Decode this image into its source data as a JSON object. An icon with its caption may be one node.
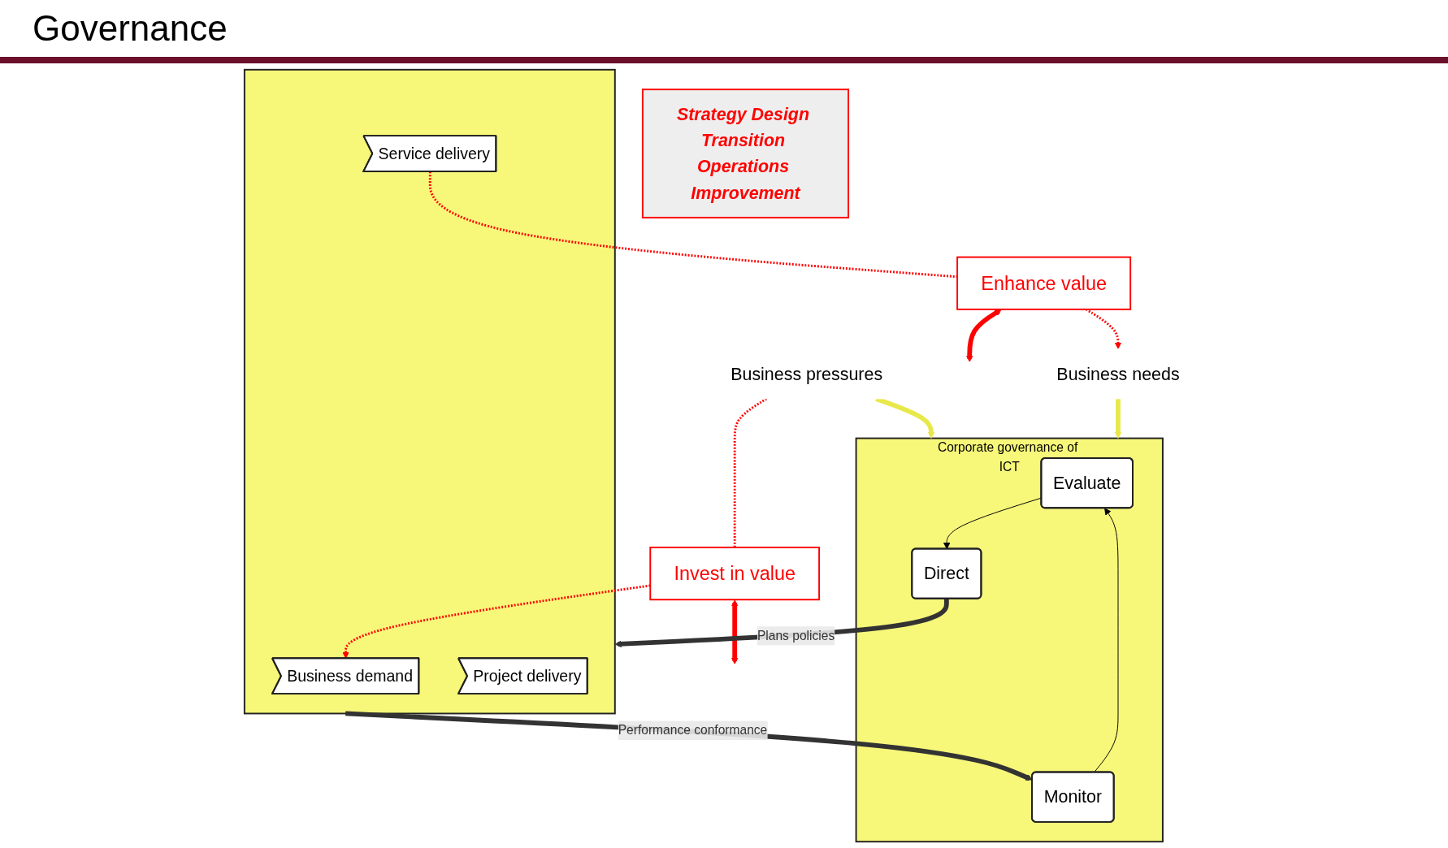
{
  "diagram": {
    "title": "Governance",
    "nodes": [
      {
        "text": [
          "Corporate governance of ICT"
        ]
      },
      {
        "text": [
          "Evaluate"
        ],
        "in": 0
      },
      {
        "text": [
          "Direct"
        ],
        "in": 0
      },
      {
        "text": [
          "Monitor"
        ],
        "in": 0
      },
      {
        "text": [
          "Business pressures"
        ]
      },
      {
        "text": [
          "Business needs"
        ]
      },
      {
        "text": [
          "Invest in value"
        ]
      },
      {
        "text": [
          "Enhance value"
        ]
      },
      {
        "text": [],
        "shape": "box"
      },
      {
        "text": [
          "Business demand"
        ],
        "in": 8
      },
      {
        "text": [
          "Project delivery"
        ],
        "in": 8
      },
      {
        "text": [
          "Service delivery"
        ],
        "in": 8
      },
      {
        "text": [
          "Strategy Design Transition Operations Improvement"
        ]
      }
    ],
    "edges": [
      {
        "from": 1,
        "to": 2,
        "arrow": "to",
        "color": "#000000"
      },
      {
        "from": 3,
        "to": 1,
        "arrow": "to",
        "color": "#000000"
      },
      {
        "from": 4,
        "to": 0,
        "arrow": "to",
        "style": "thick",
        "color": "#e8e84a"
      },
      {
        "from": 5,
        "to": 0,
        "arrow": "to",
        "style": "thick",
        "color": "#e8e84a"
      },
      {
        "from": 2,
        "to": 8,
        "arrow": "to",
        "label": "Plans policies",
        "style": "thick",
        "color": "#333333"
      },
      {
        "from": 8,
        "to": 3,
        "arrow": "to",
        "label": "Performance conformance",
        "style": "thick",
        "color": "#333333"
      },
      {
        "from": 6,
        "to": null,
        "arrow": "both",
        "style": "thick",
        "color": "#ff0000"
      },
      {
        "from": 7,
        "to": null,
        "arrow": "both",
        "style": "thick",
        "color": "#ff0000"
      },
      {
        "from": 4,
        "to": 6,
        "arrow": "none",
        "style": "dashed",
        "color": "#ff0000"
      },
      {
        "from": 6,
        "to": 9,
        "arrow": "to",
        "style": "dashed",
        "color": "#ff0000"
      },
      {
        "from": 11,
        "to": 7,
        "arrow": "none",
        "style": "dashed",
        "color": "#ff0000"
      },
      {
        "from": 7,
        "to": 5,
        "arrow": "to",
        "style": "dashed",
        "color": "#ff0000"
      }
    ]
  }
}
